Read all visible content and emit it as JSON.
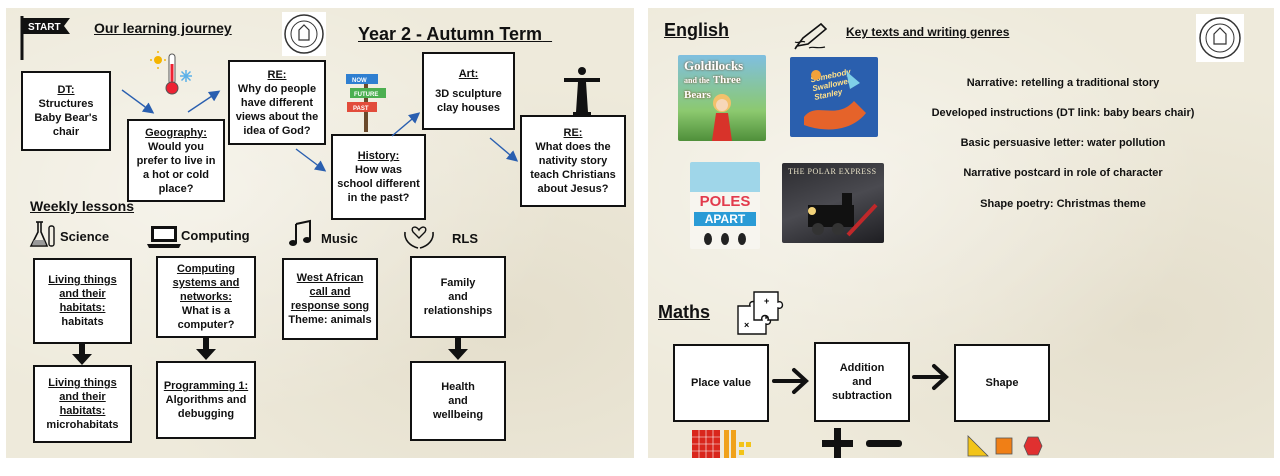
{
  "left": {
    "start_flag": "START",
    "journey_title": "Our learning journey",
    "term_title": "Year 2 - Autumn Term",
    "journey": [
      {
        "title": "DT:",
        "body": "Structures\nBaby Bear's chair"
      },
      {
        "title": "Geography:",
        "body": "Would you prefer to live in a hot or cold place?"
      },
      {
        "title": "RE:",
        "body": "Why do people have different views about the idea of God?"
      },
      {
        "title": "History:",
        "body": "How was school different in the past?"
      },
      {
        "title": "Art:",
        "body": "3D sculpture clay houses"
      },
      {
        "title": "RE:",
        "body": "What does the nativity story teach Christians about Jesus?"
      }
    ],
    "signpost": [
      "NOW",
      "FUTURE",
      "PAST"
    ],
    "weekly_title": "Weekly lessons",
    "subjects": {
      "science": {
        "label": "Science",
        "box1": {
          "title": "Living things and their habitats:",
          "body": "habitats"
        },
        "box2": {
          "title": "Living things and their habitats:",
          "body": "microhabitats"
        }
      },
      "computing": {
        "label": "Computing",
        "box1": {
          "title": "Computing systems and networks:",
          "body": "What is a computer?"
        },
        "box2": {
          "title": "Programming 1:",
          "body": "Algorithms and debugging"
        }
      },
      "music": {
        "label": "Music",
        "box1": {
          "title": "West African call and response song",
          "body": "Theme: animals"
        }
      },
      "rls": {
        "label": "RLS",
        "box1": {
          "body": "Family\nand\nrelationships"
        },
        "box2": {
          "body": "Health\nand\nwellbeing"
        }
      }
    }
  },
  "right": {
    "english_title": "English",
    "key_texts_title": "Key texts and writing genres",
    "books": [
      {
        "title_line1": "Goldilocks",
        "title_line2": "and the",
        "title_line3": "Three Bears"
      },
      {
        "title_line1": "Somebody",
        "title_line2": "Swallowed",
        "title_line3": "Stanley"
      },
      {
        "title_line1": "POLES",
        "title_line2": "APART"
      },
      {
        "title_line1": "THE POLAR EXPRESS"
      }
    ],
    "genres": [
      "Narrative: retelling a traditional story",
      "Developed instructions (DT link: baby bears chair)",
      "Basic persuasive letter: water pollution",
      "Narrative postcard in role of character",
      "Shape poetry: Christmas theme"
    ],
    "maths_title": "Maths",
    "maths_steps": [
      "Place value",
      "Addition\nand\nsubtraction",
      "Shape"
    ]
  },
  "colors": {
    "background": "#eeeadb",
    "border": "#111111",
    "arrow_blue": "#2a5fb0",
    "place_value_red": "#d9261c",
    "shape_yellow": "#f2c418",
    "shape_orange": "#f07f16",
    "shape_red": "#e03030"
  }
}
